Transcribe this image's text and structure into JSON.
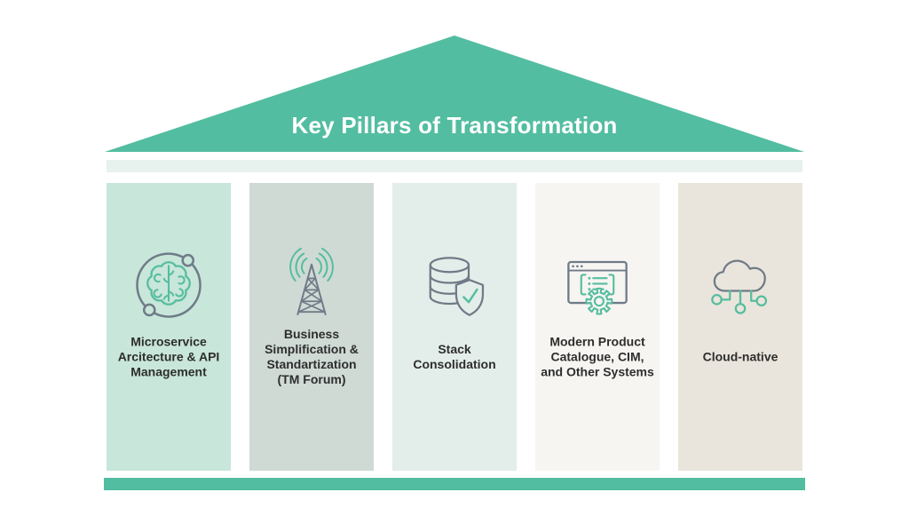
{
  "colors": {
    "background": "#FFFFFF",
    "teal": "#53BDA1",
    "band": "#E7F1EE",
    "icon_gray": "#6F7B87",
    "icon_green": "#57BD9F",
    "label_text": "#2E2E2E",
    "title_text": "#FFFFFF"
  },
  "roof": {
    "title": "Key Pillars of Transformation"
  },
  "pillars": [
    {
      "id": "microservice-api",
      "label": "Microservice\nArcitecture & API\nManagement",
      "icon": "brain-orbit-icon",
      "bg": "#C8E6DA"
    },
    {
      "id": "business-simplification",
      "label": "Business\nSimplification &\nStandartization\n(TM Forum)",
      "icon": "radio-tower-icon",
      "bg": "#CFDAD5"
    },
    {
      "id": "stack-consolidation",
      "label": "Stack\nConsolidation",
      "icon": "database-shield-icon",
      "bg": "#E3EEEA"
    },
    {
      "id": "modern-product-catalogue",
      "label": "Modern Product\nCatalogue, CIM,\nand Other Systems",
      "icon": "browser-gear-icon",
      "bg": "#F6F5F2"
    },
    {
      "id": "cloud-native",
      "label": "Cloud-native",
      "icon": "cloud-network-icon",
      "bg": "#EAE5DC"
    }
  ]
}
